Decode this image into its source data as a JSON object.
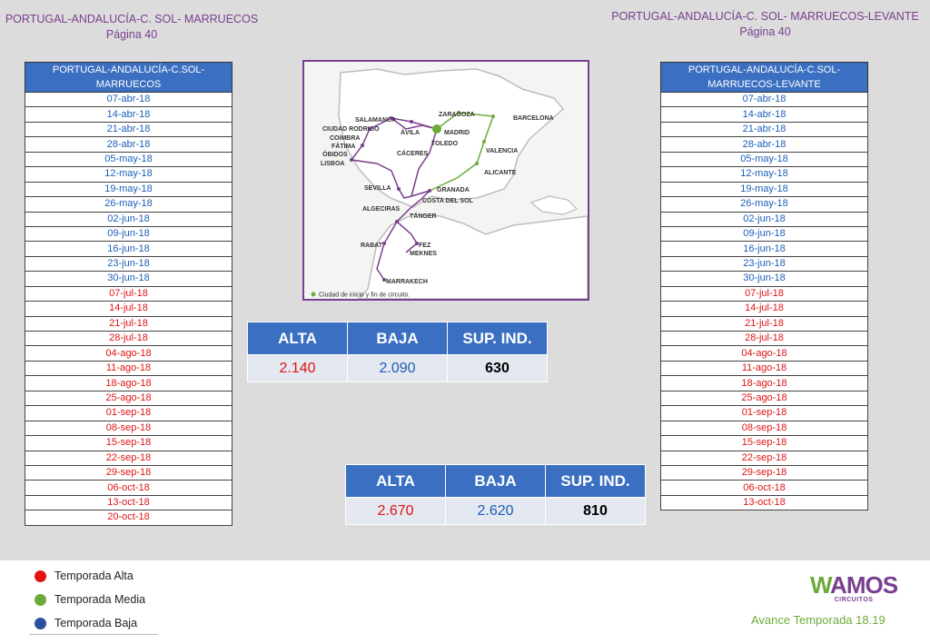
{
  "header_left": {
    "title": "PORTUGAL-ANDALUCÍA-C. SOL- MARRUECOS",
    "page": "Página 40"
  },
  "header_right": {
    "title": "PORTUGAL-ANDALUCÍA-C. SOL- MARRUECOS-LEVANTE",
    "page": "Página 40"
  },
  "table_left": {
    "header": "PORTUGAL-ANDALUCÍA-C.SOL-MARRUECOS",
    "rows": [
      {
        "date": "07-abr-18",
        "season": "baja"
      },
      {
        "date": "14-abr-18",
        "season": "baja"
      },
      {
        "date": "21-abr-18",
        "season": "baja"
      },
      {
        "date": "28-abr-18",
        "season": "baja"
      },
      {
        "date": "05-may-18",
        "season": "baja"
      },
      {
        "date": "12-may-18",
        "season": "baja"
      },
      {
        "date": "19-may-18",
        "season": "baja"
      },
      {
        "date": "26-may-18",
        "season": "baja"
      },
      {
        "date": "02-jun-18",
        "season": "baja"
      },
      {
        "date": "09-jun-18",
        "season": "baja"
      },
      {
        "date": "16-jun-18",
        "season": "baja"
      },
      {
        "date": "23-jun-18",
        "season": "baja"
      },
      {
        "date": "30-jun-18",
        "season": "baja"
      },
      {
        "date": "07-jul-18",
        "season": "alta"
      },
      {
        "date": "14-jul-18",
        "season": "alta"
      },
      {
        "date": "21-jul-18",
        "season": "alta"
      },
      {
        "date": "28-jul-18",
        "season": "alta"
      },
      {
        "date": "04-ago-18",
        "season": "alta"
      },
      {
        "date": "11-ago-18",
        "season": "alta"
      },
      {
        "date": "18-ago-18",
        "season": "alta"
      },
      {
        "date": "25-ago-18",
        "season": "alta"
      },
      {
        "date": "01-sep-18",
        "season": "alta"
      },
      {
        "date": "08-sep-18",
        "season": "alta"
      },
      {
        "date": "15-sep-18",
        "season": "alta"
      },
      {
        "date": "22-sep-18",
        "season": "alta"
      },
      {
        "date": "29-sep-18",
        "season": "alta"
      },
      {
        "date": "06-oct-18",
        "season": "alta"
      },
      {
        "date": "13-oct-18",
        "season": "alta"
      },
      {
        "date": "20-oct-18",
        "season": "alta"
      }
    ]
  },
  "table_right": {
    "header": "PORTUGAL-ANDALUCÍA-C.SOL-MARRUECOS-LEVANTE",
    "rows": [
      {
        "date": "07-abr-18",
        "season": "baja"
      },
      {
        "date": "14-abr-18",
        "season": "baja"
      },
      {
        "date": "21-abr-18",
        "season": "baja"
      },
      {
        "date": "28-abr-18",
        "season": "baja"
      },
      {
        "date": "05-may-18",
        "season": "baja"
      },
      {
        "date": "12-may-18",
        "season": "baja"
      },
      {
        "date": "19-may-18",
        "season": "baja"
      },
      {
        "date": "26-may-18",
        "season": "baja"
      },
      {
        "date": "02-jun-18",
        "season": "baja"
      },
      {
        "date": "09-jun-18",
        "season": "baja"
      },
      {
        "date": "16-jun-18",
        "season": "baja"
      },
      {
        "date": "23-jun-18",
        "season": "baja"
      },
      {
        "date": "30-jun-18",
        "season": "baja"
      },
      {
        "date": "07-jul-18",
        "season": "alta"
      },
      {
        "date": "14-jul-18",
        "season": "alta"
      },
      {
        "date": "21-jul-18",
        "season": "alta"
      },
      {
        "date": "28-jul-18",
        "season": "alta"
      },
      {
        "date": "04-ago-18",
        "season": "alta"
      },
      {
        "date": "11-ago-18",
        "season": "alta"
      },
      {
        "date": "18-ago-18",
        "season": "alta"
      },
      {
        "date": "25-ago-18",
        "season": "alta"
      },
      {
        "date": "01-sep-18",
        "season": "alta"
      },
      {
        "date": "08-sep-18",
        "season": "alta"
      },
      {
        "date": "15-sep-18",
        "season": "alta"
      },
      {
        "date": "22-sep-18",
        "season": "alta"
      },
      {
        "date": "29-sep-18",
        "season": "alta"
      },
      {
        "date": "06-oct-18",
        "season": "alta"
      },
      {
        "date": "13-oct-18",
        "season": "alta"
      }
    ]
  },
  "prices_1": {
    "headers": [
      "ALTA",
      "BAJA",
      "SUP. IND."
    ],
    "alta": "2.140",
    "baja": "2.090",
    "sup": "630"
  },
  "prices_2": {
    "headers": [
      "ALTA",
      "BAJA",
      "SUP. IND."
    ],
    "alta": "2.670",
    "baja": "2.620",
    "sup": "810"
  },
  "map": {
    "cities": [
      "ZARAGOZA",
      "BARCELONA",
      "SALAMANCA",
      "CIUDAD RODRIGO",
      "COIMBRA",
      "FÁTIMA",
      "ÓBIDOS",
      "LISBOA",
      "ÁVILA",
      "MADRID",
      "TOLEDO",
      "VALENCIA",
      "CÁCERES",
      "ALICANTE",
      "SEVILLA",
      "GRANADA",
      "COSTA DEL SOL",
      "ALGECIRAS",
      "TÁNGER",
      "RABAT",
      "FEZ",
      "MEKNES",
      "MARRAKECH"
    ],
    "legend": "Ciudad de inicio y fin de circuito."
  },
  "legend": {
    "alta": "Temporada Alta",
    "media": "Temporada Media",
    "baja": "Temporada Baja"
  },
  "colors": {
    "alta": "#e01414",
    "media": "#6cab3a",
    "baja": "#2d4f9c",
    "brand": "#7a3f8f"
  },
  "brand": {
    "name_w": "W",
    "name_rest": "AMOS",
    "sub": "CIRCUITOS",
    "season": "Avance Temporada 18.19"
  }
}
